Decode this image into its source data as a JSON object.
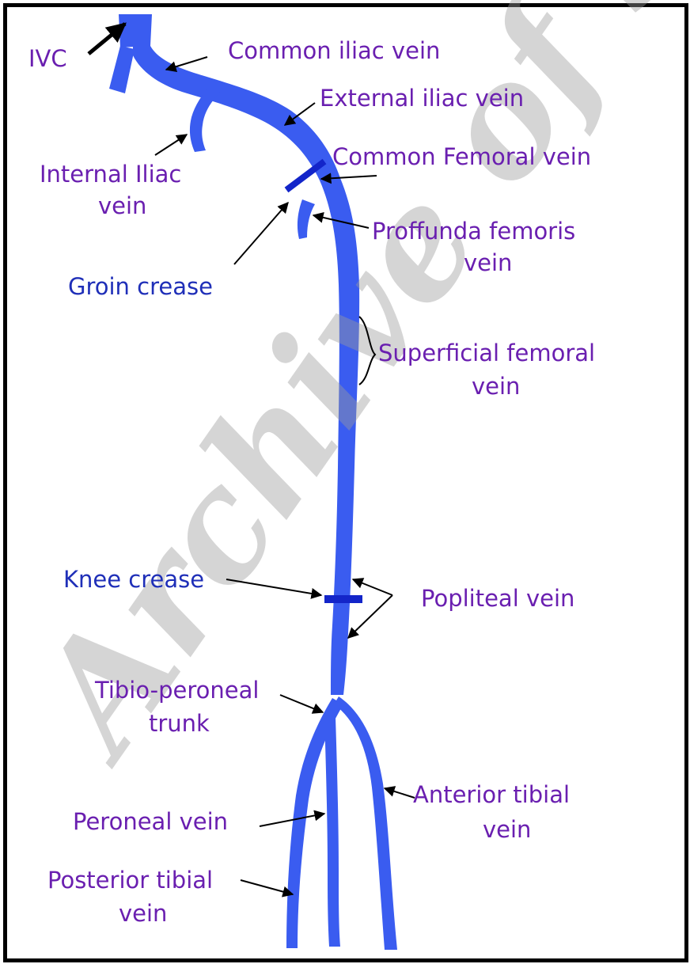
{
  "diagram": {
    "colors": {
      "vein": "#3a5cf0",
      "crease_marker": "#1325c9",
      "label_purple": "#6a1fb0",
      "label_blue": "#1f2fb8",
      "frame": "#000000",
      "watermark": "#9c9c9c"
    },
    "labels": {
      "ivc": "IVC",
      "common_iliac": "Common iliac vein",
      "external_iliac": "External iliac vein",
      "internal_iliac_1": "Internal Iliac",
      "internal_iliac_2": "vein",
      "common_femoral": "Common Femoral vein",
      "groin_crease": "Groin crease",
      "profunda_1": "Proffunda femoris",
      "profunda_2": "vein",
      "superficial_femoral_1": "Superficial femoral",
      "superficial_femoral_2": "vein",
      "knee_crease": "Knee crease",
      "popliteal": "Popliteal vein",
      "tibio_peroneal_1": "Tibio-peroneal",
      "tibio_peroneal_2": "trunk",
      "anterior_tibial_1": "Anterior tibial",
      "anterior_tibial_2": "vein",
      "peroneal": "Peroneal vein",
      "posterior_tibial_1": "Posterior tibial",
      "posterior_tibial_2": "vein"
    },
    "watermark": "Archive of SID"
  }
}
